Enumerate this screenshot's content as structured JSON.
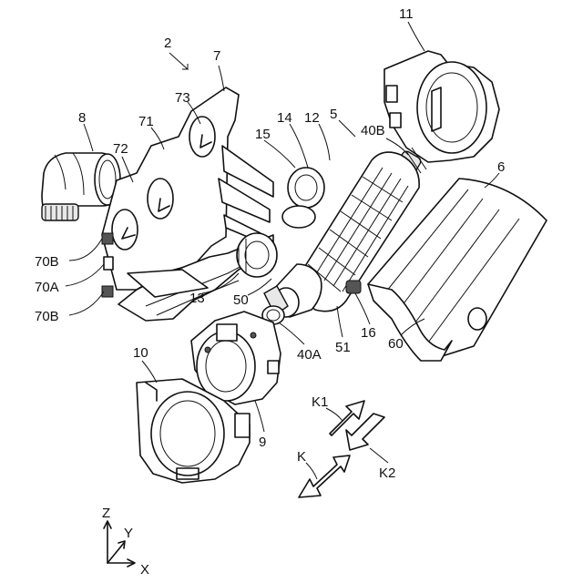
{
  "labels": {
    "n2": "2",
    "n7": "7",
    "n73": "73",
    "n71": "71",
    "n72": "72",
    "n8": "8",
    "n70b_top": "70B",
    "n70a": "70A",
    "n70b_bot": "70B",
    "n11": "11",
    "n40b": "40B",
    "n5": "5",
    "n12": "12",
    "n14": "14",
    "n15": "15",
    "n6": "6",
    "n13": "13",
    "n50": "50",
    "n51": "51",
    "n16": "16",
    "n60": "60",
    "n40a": "40A",
    "n10": "10",
    "n9": "9",
    "k1": "K1",
    "k2": "K2",
    "k": "K",
    "ax_z": "Z",
    "ax_y": "Y",
    "ax_x": "X"
  }
}
